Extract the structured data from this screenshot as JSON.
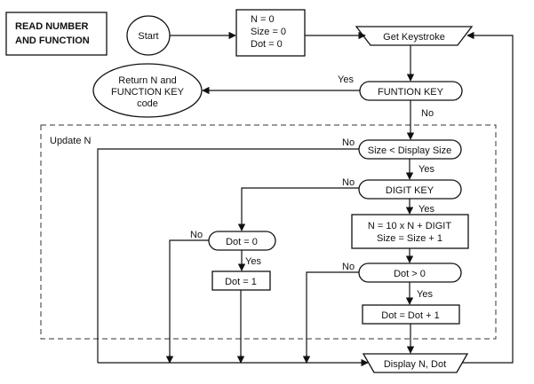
{
  "title": {
    "line1": "READ  NUMBER",
    "line2": "AND  FUNCTION"
  },
  "nodes": {
    "start": "Start",
    "init": [
      "N = 0",
      "Size = 0",
      "Dot = 0"
    ],
    "get_keystroke": "Get  Keystroke",
    "return": [
      "Return  N  and",
      "FUNCTION KEY",
      "code"
    ],
    "function_key": "FUNTION  KEY",
    "update_n": "Update  N",
    "size_check": "Size < Display  Size",
    "digit_key": "DIGIT  KEY",
    "compute": [
      "N = 10 x N + DIGIT",
      "Size = Size + 1"
    ],
    "dot_zero": "Dot  =  0",
    "dot_one": "Dot  =  1",
    "dot_gt": "Dot  >  0",
    "dot_inc": "Dot = Dot + 1",
    "display": "Display  N,  Dot"
  },
  "labels": {
    "yes": "Yes",
    "no": "No"
  }
}
